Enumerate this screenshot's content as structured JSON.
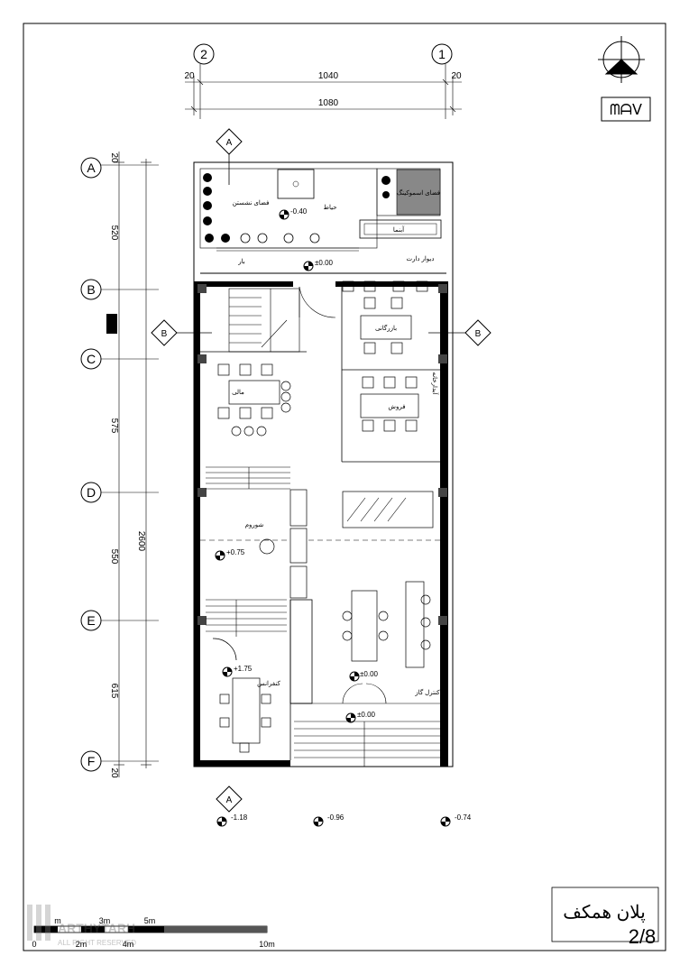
{
  "axes": {
    "vertical": [
      {
        "id": "2"
      },
      {
        "id": "1"
      }
    ],
    "horizontal": [
      {
        "id": "A"
      },
      {
        "id": "B"
      },
      {
        "id": "C"
      },
      {
        "id": "D"
      },
      {
        "id": "E"
      },
      {
        "id": "F"
      }
    ]
  },
  "dimensions": {
    "top_left_margin": "20",
    "top_span": "1040",
    "top_right_margin": "20",
    "top_total": "1080",
    "left_top": "20",
    "left_ab": "520",
    "left_cd": "575",
    "left_de": "550",
    "left_ef": "615",
    "left_bottom": "20",
    "left_total": "2600"
  },
  "section_marks": {
    "a_top": "A",
    "a_bottom": "A",
    "b_left": "B",
    "b_right": "B"
  },
  "rooms": {
    "seating_area": "فضای نشستن",
    "courtyard": "حیاط",
    "smoking_area": "فضای اسموکینگ",
    "planter": "آبنما",
    "bar": "بار",
    "hedge_wall": "دیوار دارت",
    "commercial": "بازرگانی",
    "finance": "مالی",
    "sales": "فروش",
    "storage": "آبدارخانه",
    "showroom": "شوروم",
    "conference": "کنفرانس",
    "guard": "کنترل گاز"
  },
  "levels": {
    "courtyard": "-0.40",
    "entry": "±0.00",
    "showroom": "+0.75",
    "conference": "+1.75",
    "lobby": "±0.00",
    "street": "±0.00",
    "ext1": "-1.18",
    "ext2": "-0.96",
    "ext3": "-0.74"
  },
  "title_block": {
    "title": "پلان همکف",
    "sheet": "2/8"
  },
  "scale_bar": {
    "labels_top": [
      "m",
      "3m",
      "5m"
    ],
    "labels_bottom": [
      "0",
      "2m",
      "4m",
      "10m"
    ]
  },
  "watermark": {
    "brand": "ARTHYTARH",
    "sub": "ALL RIGHT RESERVED"
  },
  "colors": {
    "line": "#000000",
    "wall": "#000000",
    "hatch": "#555555"
  }
}
